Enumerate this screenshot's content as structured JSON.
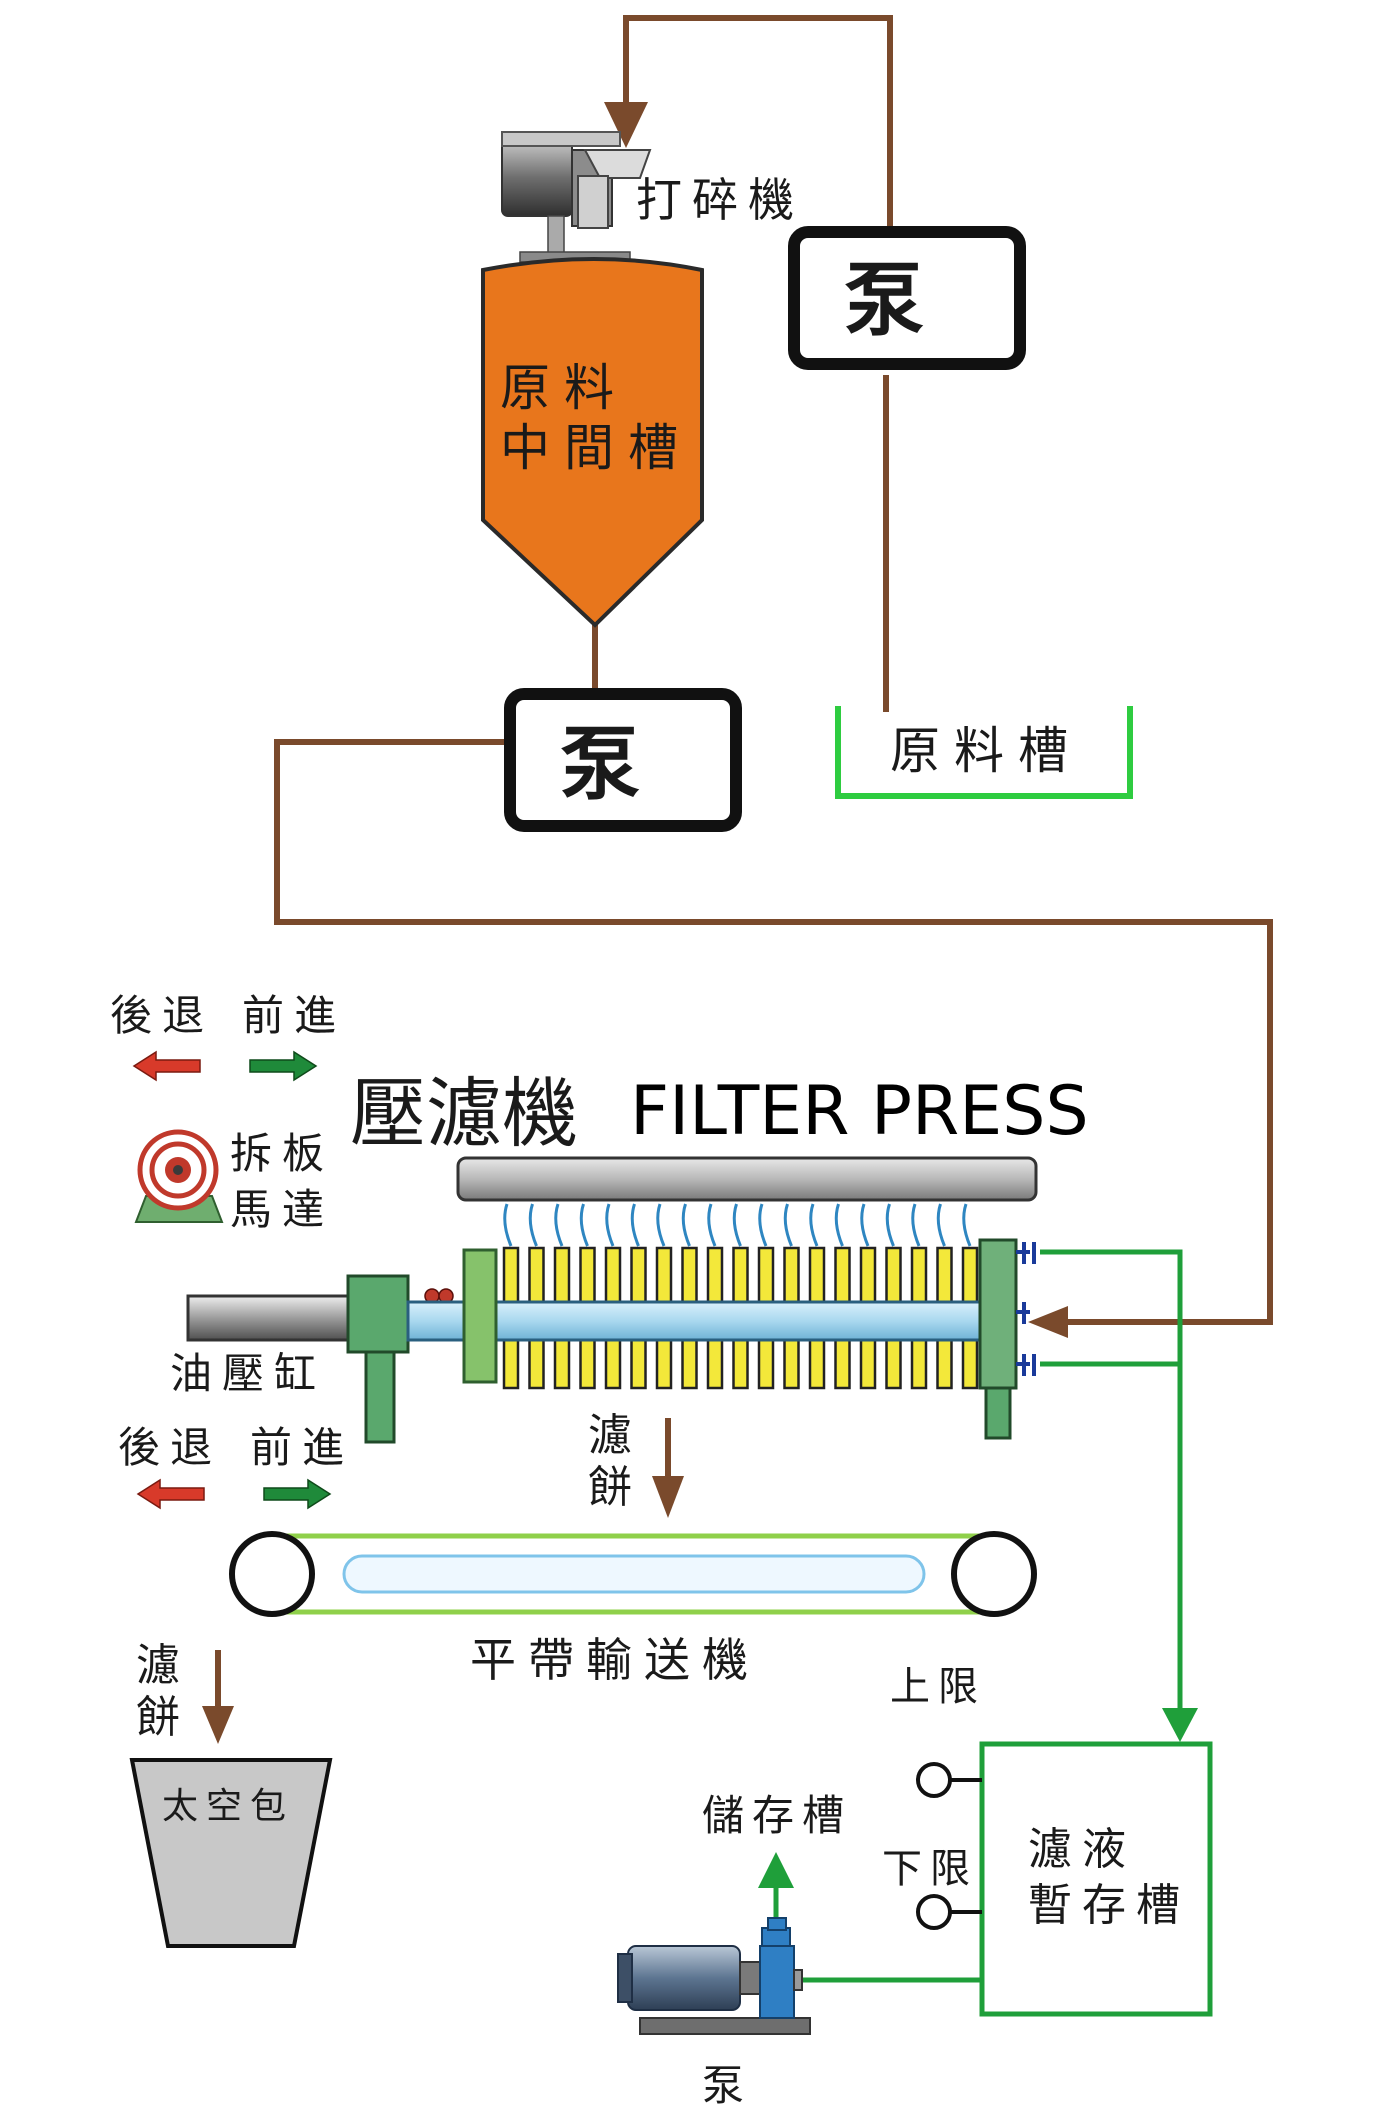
{
  "colors": {
    "brown_pipe": "#7a4a2c",
    "green_pipe": "#1f9f3a",
    "tank_orange": "#e8761c",
    "plate_yellow": "#f3e83a",
    "hose_blue": "#2e86c1",
    "arrow_red": "#d83a2a",
    "arrow_green": "#1f8a3a"
  },
  "labels": {
    "crusher": "打碎機",
    "pump": "泵",
    "raw_intermediate_tank_l1": "原料",
    "raw_intermediate_tank_l2": "中間槽",
    "raw_tank": "原料槽",
    "retreat": "後退",
    "advance": "前進",
    "press_title_cn": "壓濾機",
    "press_title_en": "FILTER PRESS",
    "plate_motor_l1": "拆板",
    "plate_motor_l2": "馬達",
    "hydraulic_cylinder": "油壓缸",
    "filter_cake_l1": "濾",
    "filter_cake_l2": "餅",
    "conveyor": "平帶輸送機",
    "bulk_bag": "太空包",
    "upper_limit": "上限",
    "lower_limit": "下限",
    "storage_tank": "儲存槽",
    "filtrate_tank_l1": "濾液",
    "filtrate_tank_l2": "暫存槽"
  }
}
